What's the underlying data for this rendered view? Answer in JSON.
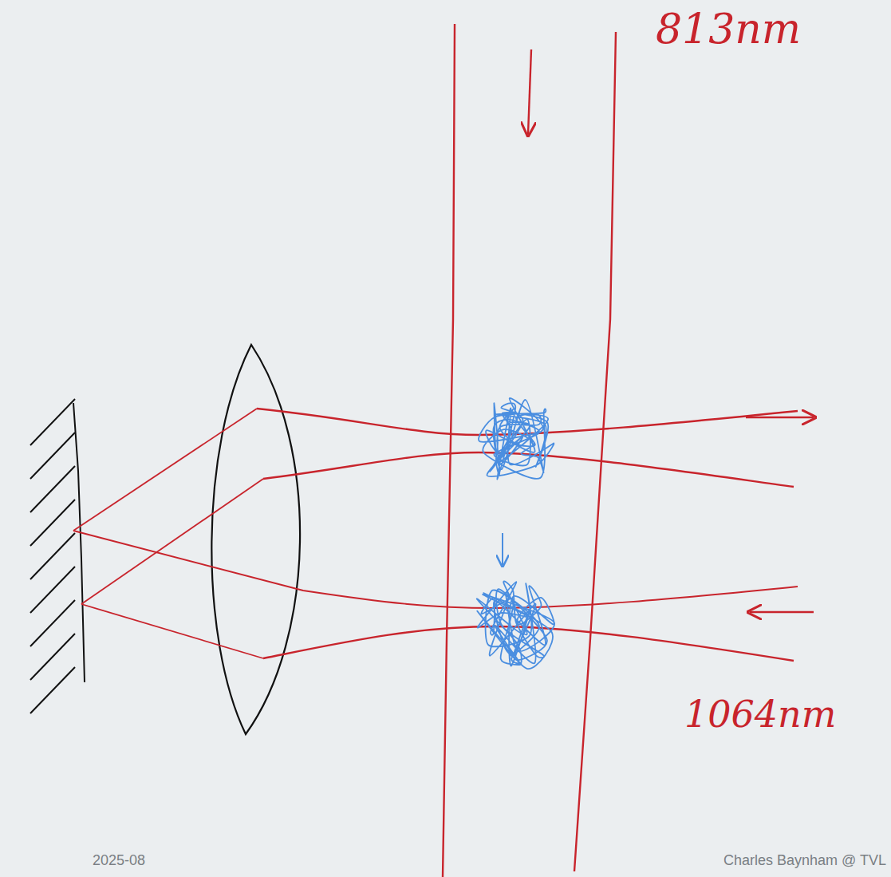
{
  "diagram": {
    "labels": [
      "813nm",
      "1064nm",
      "2025-08",
      "Charles Baynham @ TVL"
    ]
  }
}
